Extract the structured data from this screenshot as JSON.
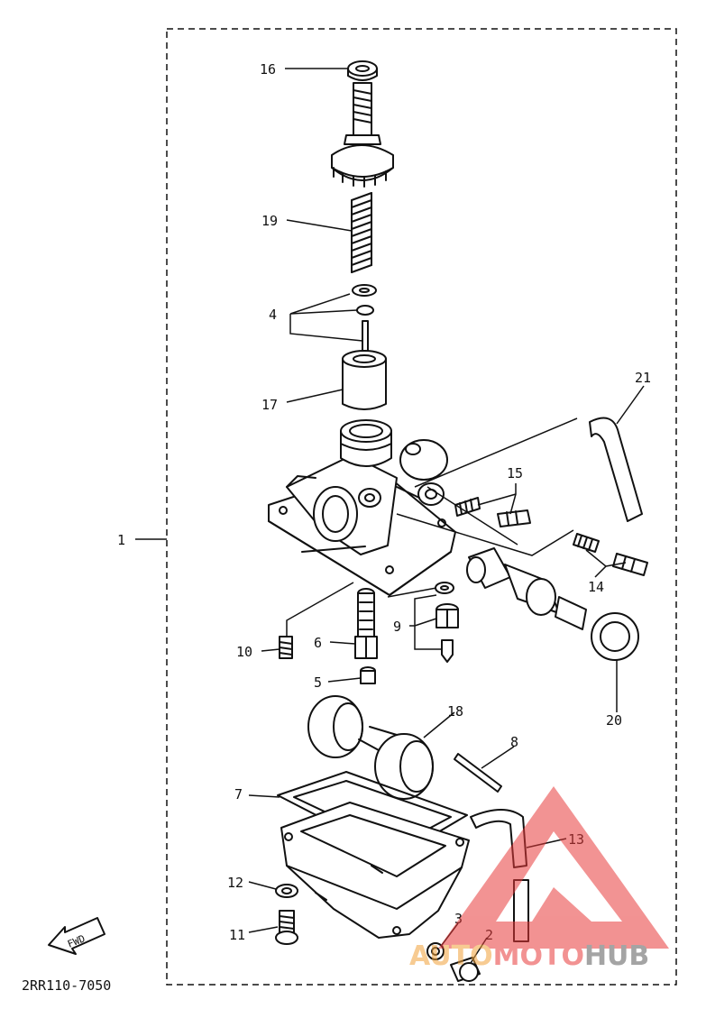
{
  "labels": {
    "p1": "1",
    "p2": "2",
    "p3": "3",
    "p4": "4",
    "p5": "5",
    "p6": "6",
    "p7": "7",
    "p8": "8",
    "p9": "9",
    "p10": "10",
    "p11": "11",
    "p12": "12",
    "p13": "13",
    "p14": "14",
    "p15": "15",
    "p16": "16",
    "p17": "17",
    "p18": "18",
    "p19": "19",
    "p20": "20",
    "p21": "21"
  },
  "fwd_label": "FWD",
  "drawing_code": "2RR110-7050",
  "watermark": {
    "part_a": "AUTO",
    "part_b": "MOTO",
    "part_c": "HUB",
    "color_red": "#e83a3a",
    "color_orange": "#f2a23a",
    "color_gray": "#5a5a5a"
  }
}
